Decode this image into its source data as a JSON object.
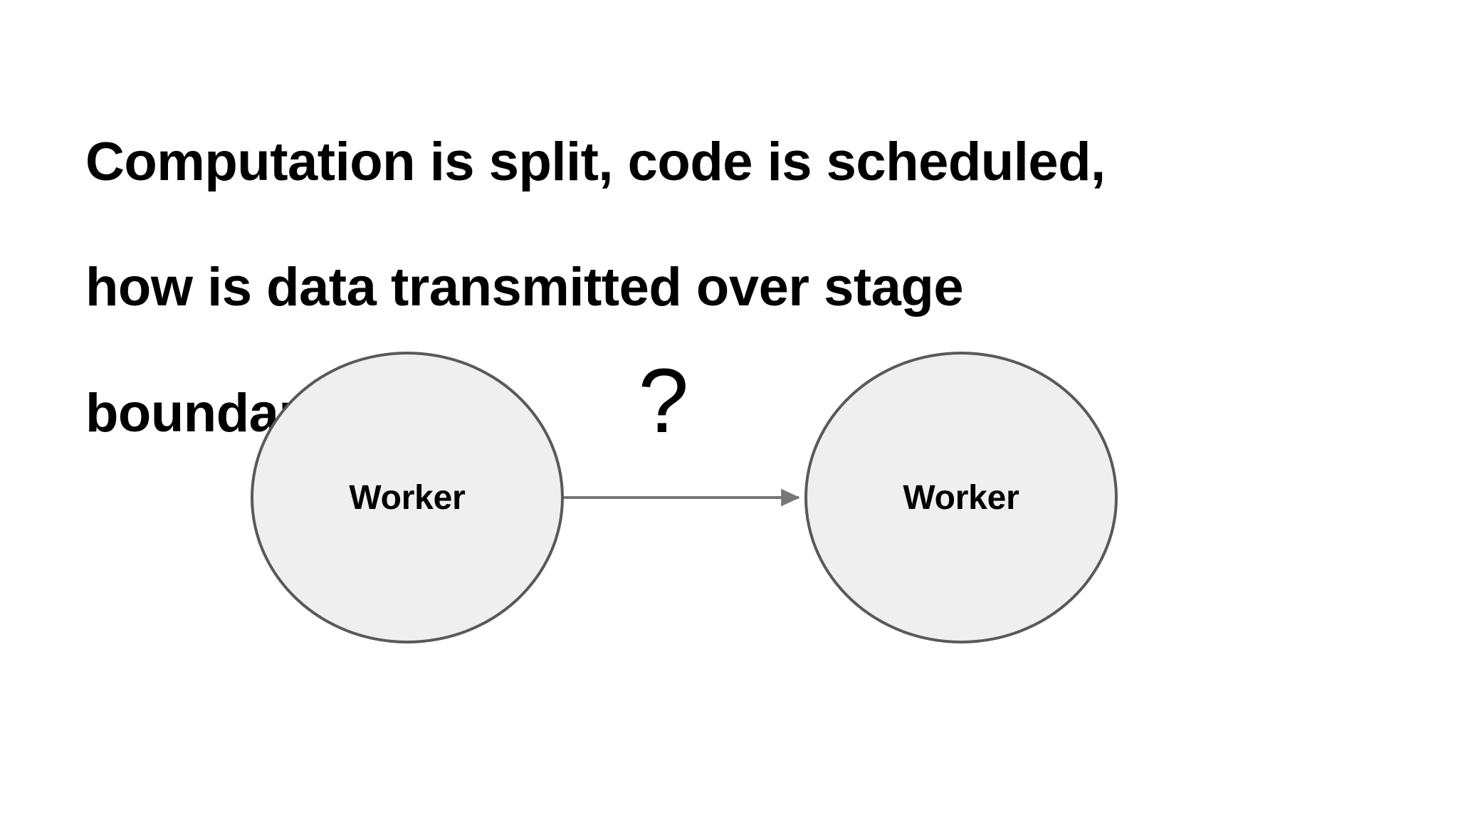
{
  "slide": {
    "background_color": "#ffffff",
    "title": {
      "line1": "Computation is split, code is scheduled,",
      "line2": "how is data transmitted over stage",
      "line3": "boundary?",
      "full_text": "Computation is split, code is scheduled, how is data transmitted over stage boundary?",
      "color": "#000000"
    }
  },
  "diagram": {
    "type": "node-edge",
    "node_fill_color": "#efefef",
    "node_stroke_color": "#595959",
    "edge_color": "#767676",
    "nodes": [
      {
        "id": "worker-left",
        "label": "Worker"
      },
      {
        "id": "worker-right",
        "label": "Worker"
      }
    ],
    "edges": [
      {
        "from": "worker-left",
        "to": "worker-right",
        "label": "?",
        "direction": "right"
      }
    ],
    "annotation": {
      "symbol": "?",
      "meaning": "question-mark"
    }
  }
}
